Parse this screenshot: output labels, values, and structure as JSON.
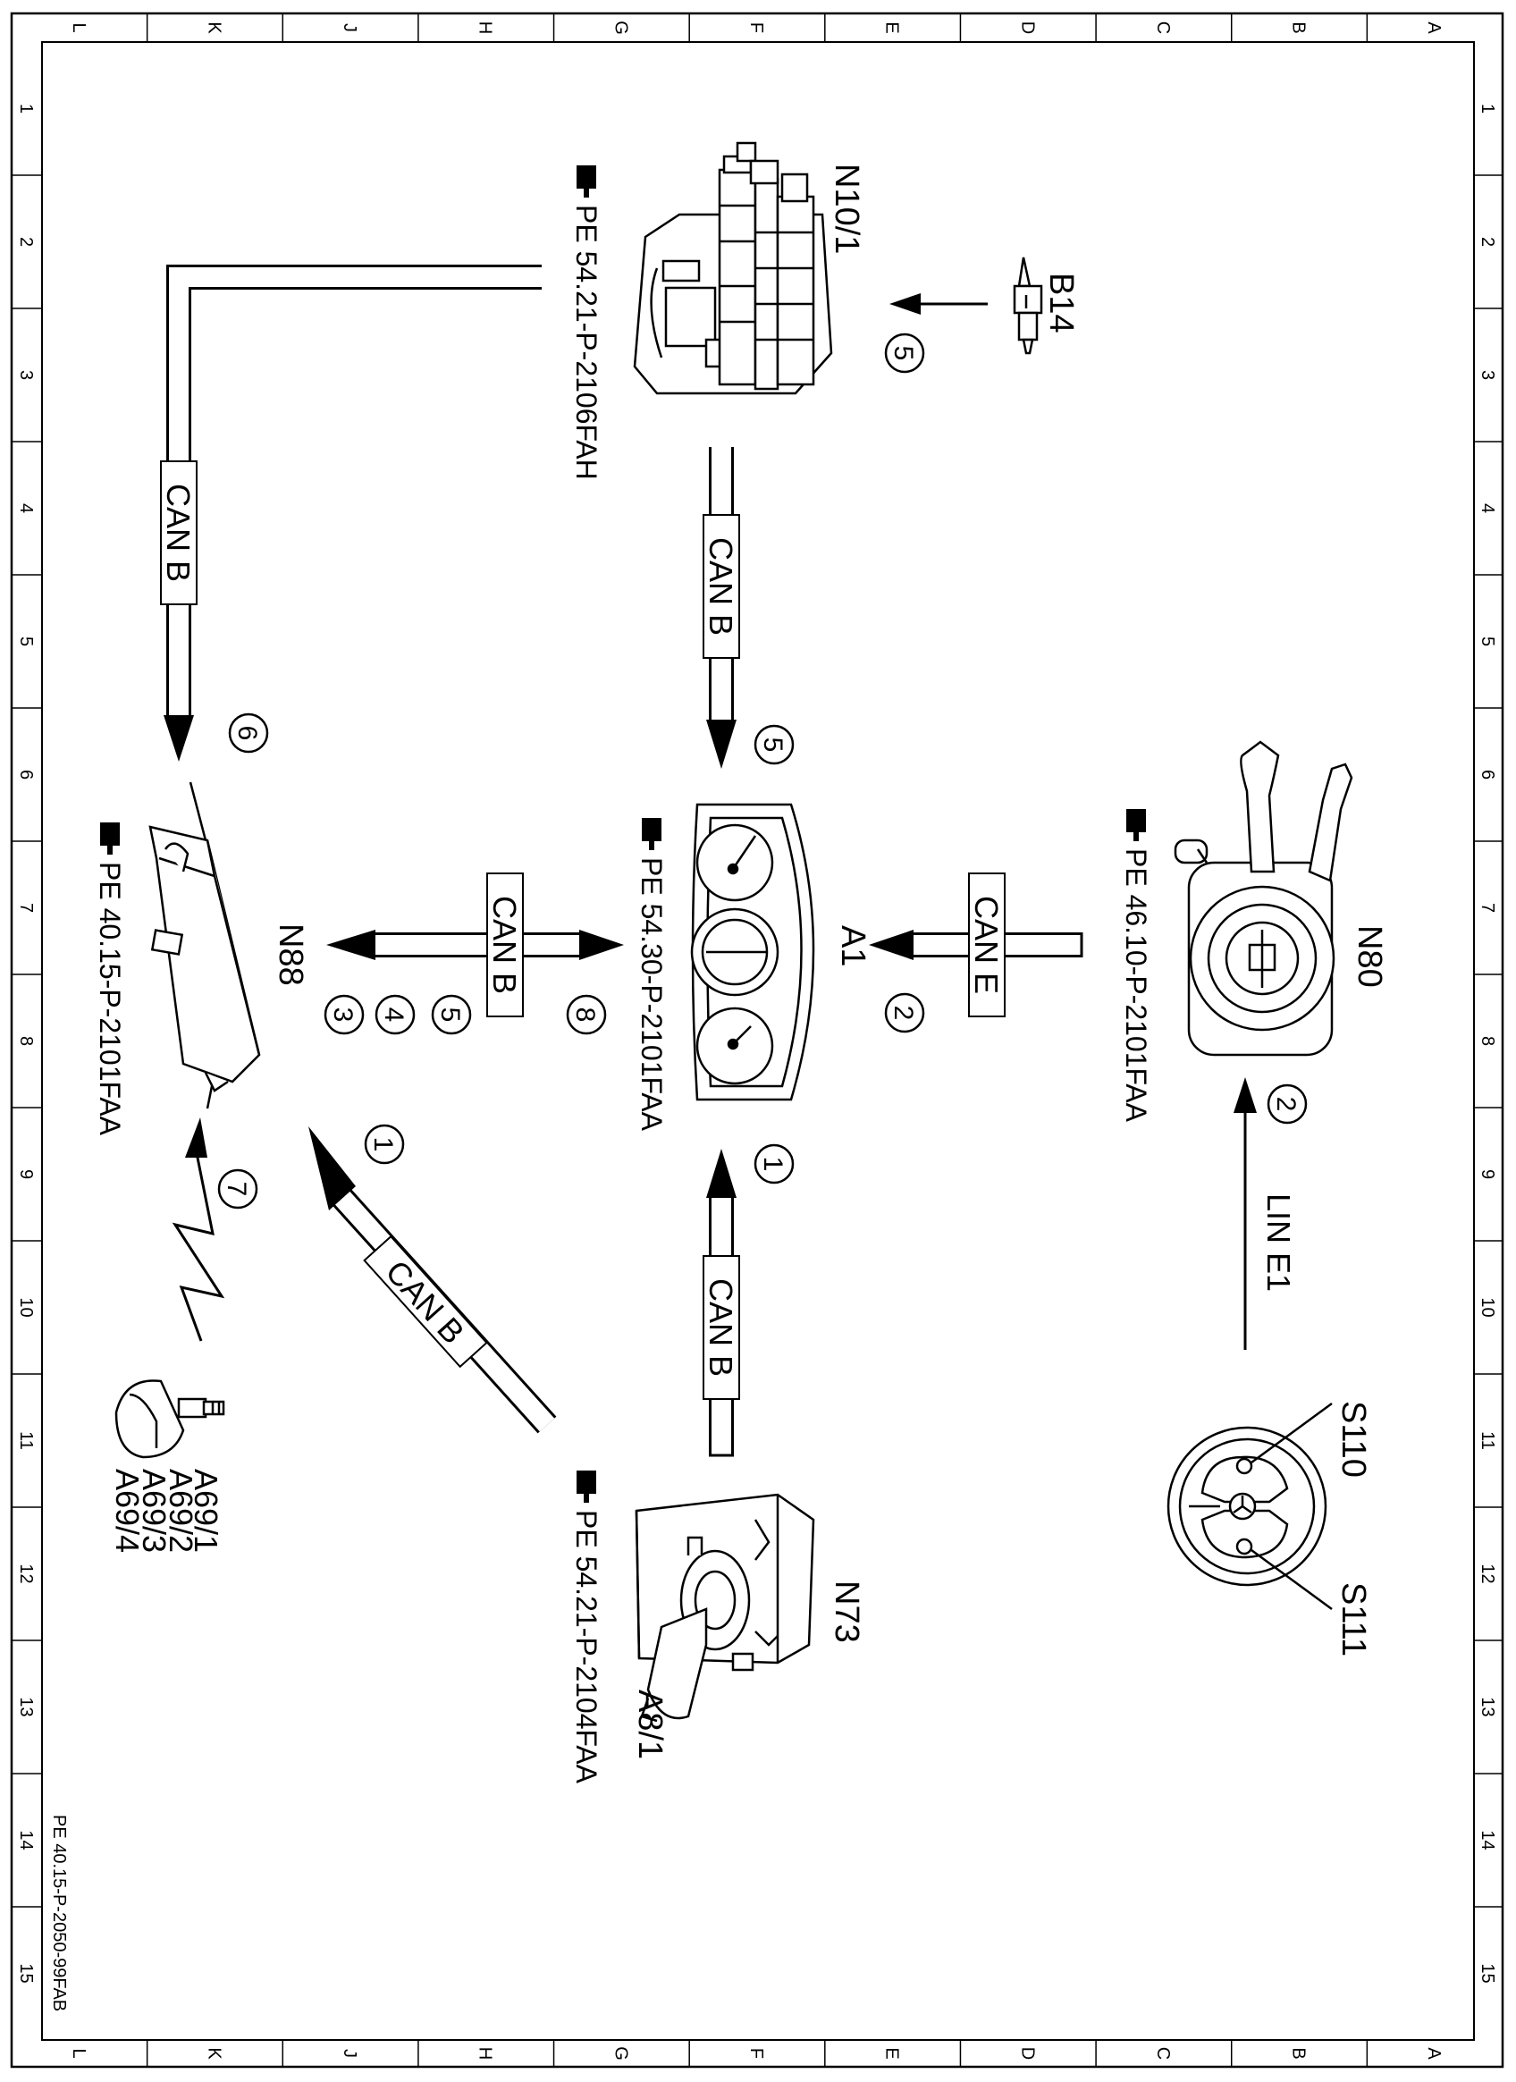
{
  "frame": {
    "column_letters": [
      "L",
      "K",
      "J",
      "H",
      "G",
      "F",
      "E",
      "D",
      "C",
      "B",
      "A"
    ],
    "row_numbers": [
      "1",
      "2",
      "3",
      "4",
      "5",
      "6",
      "7",
      "8",
      "9",
      "10",
      "11",
      "12",
      "13",
      "14",
      "15"
    ],
    "drawing_number": "PE 40.15-P-2050-99FAB"
  },
  "components": {
    "n10_1": "N10/1",
    "b14": "B14",
    "n88": "N88",
    "a1": "A1",
    "n80": "N80",
    "n73": "N73",
    "a8_1": "A8/1",
    "s110": "S110",
    "s111": "S111",
    "a69_1": "A69/1",
    "a69_2": "A69/2",
    "a69_3": "A69/3",
    "a69_4": "A69/4"
  },
  "references": {
    "n10_1": "PE 54.21-P-2106FAH",
    "n88": "PE 40.15-P-2101FAA",
    "a1": "PE 54.30-P-2101FAA",
    "n80": "PE 46.10-P-2101FAA",
    "n73": "PE 54.21-P-2104FAA"
  },
  "buses": {
    "can_b": "CAN B",
    "can_e": "CAN E",
    "lin_e1": "LIN E1"
  },
  "step_numbers": {
    "b14_to_n10": "5",
    "n10_to_a1": "5",
    "n10_to_n88": "6",
    "n80_to_a1": "2",
    "s_to_n80": "2",
    "n73_to_a1": "1",
    "n73_to_n88": "1",
    "a69_to_n88": "7",
    "a1_n88_a": "8",
    "a1_n88_b": "5",
    "a1_n88_c": "4",
    "a1_n88_d": "3"
  }
}
